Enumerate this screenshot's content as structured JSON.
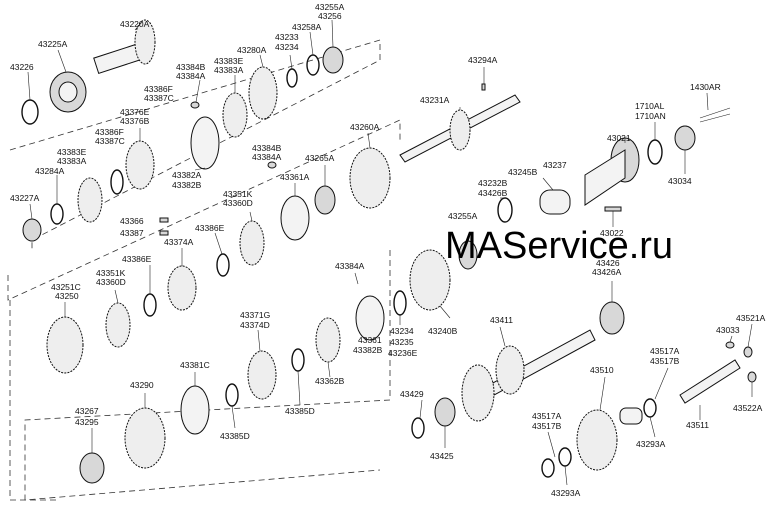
{
  "watermark": "MAService.ru",
  "labels": [
    [
      "43220A"
    ],
    [
      "43225A"
    ],
    [
      "43226"
    ],
    [
      "43255A",
      "43256"
    ],
    [
      "43258A"
    ],
    [
      "43233",
      "43234"
    ],
    [
      "43280A"
    ],
    [
      "43383E",
      "43383A"
    ],
    [
      "43384B",
      "43384A"
    ],
    [
      "43386F",
      "43387C"
    ],
    [
      "43376E",
      "43376B"
    ],
    [
      "43386F",
      "43387C"
    ],
    [
      "43383E",
      "43383A"
    ],
    [
      "43284A"
    ],
    [
      "43227A"
    ],
    [
      "43382A",
      "43382B"
    ],
    [
      "43384B",
      "43384A"
    ],
    [
      "43351K",
      "43360D"
    ],
    [
      "43361A"
    ],
    [
      "43265A"
    ],
    [
      "43260A"
    ],
    [
      "43294A"
    ],
    [
      "43231A"
    ],
    [
      "43366"
    ],
    [
      "43387"
    ],
    [
      "43386E"
    ],
    [
      "43374A"
    ],
    [
      "43386E"
    ],
    [
      "43351K",
      "43360D"
    ],
    [
      "43251C",
      "43250"
    ],
    [
      "43384A"
    ],
    [
      "43232B",
      "43426B"
    ],
    [
      "43245B"
    ],
    [
      "43237"
    ],
    [
      "43255A"
    ],
    [
      "43021"
    ],
    [
      "1710AL",
      "1710AN"
    ],
    [
      "1430AR"
    ],
    [
      "43034"
    ],
    [
      "43022"
    ],
    [
      "43426",
      "43426A"
    ],
    [
      "43240B"
    ],
    [
      "43234",
      "43235",
      "43236E"
    ],
    [
      "43361",
      "43382B"
    ],
    [
      "43362B"
    ],
    [
      "43371G",
      "43374D"
    ],
    [
      "43381C"
    ],
    [
      "43290"
    ],
    [
      "43385D"
    ],
    [
      "43385D"
    ],
    [
      "43267",
      "43295"
    ],
    [
      "43411"
    ],
    [
      "43429"
    ],
    [
      "43425"
    ],
    [
      "43510"
    ],
    [
      "43517A",
      "43517B"
    ],
    [
      "43517A",
      "43517B"
    ],
    [
      "43293A"
    ],
    [
      "43293A"
    ],
    [
      "43511"
    ],
    [
      "43033"
    ],
    [
      "43521A"
    ],
    [
      "43522A"
    ]
  ]
}
